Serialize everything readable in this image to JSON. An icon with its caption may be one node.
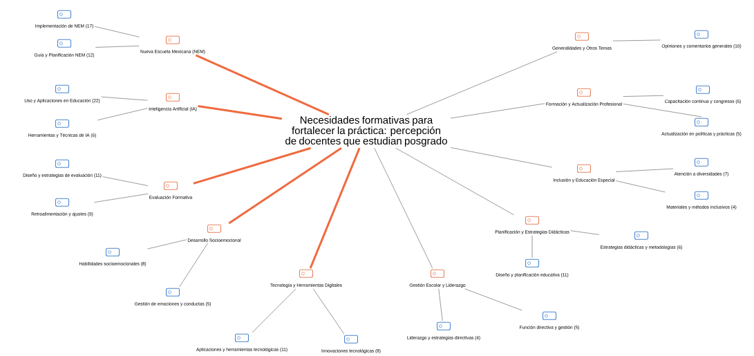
{
  "diagram": {
    "nodes": [
      {
        "text": [
          "Necesidades formativas para fortalecer la práctica: percepción de docentes que estudian posgrado"
        ]
      },
      {
        "text": [
          "Nueva Escuela Mexicana (NEM)"
        ]
      },
      {
        "text": [
          "Inteligencia Artificial (IA)"
        ]
      },
      {
        "text": [
          "Evaluación Formativa"
        ]
      },
      {
        "text": [
          "Desarrollo Socioemocional"
        ]
      },
      {
        "text": [
          "Tecnología y Herramientas Digitales"
        ]
      },
      {
        "text": [
          "Gestión Escolar y Liderazgo"
        ]
      },
      {
        "text": [
          "Planificación y Estrategias Didácticas"
        ]
      },
      {
        "text": [
          "Inclusión y Educación Especial"
        ]
      },
      {
        "text": [
          "Formación y Actualización Profesional"
        ]
      },
      {
        "text": [
          "Generalidades y Otros Temas"
        ]
      },
      {
        "text": [
          "Implementación de NEM (17)"
        ]
      },
      {
        "text": [
          "Guía y Planificación NEM (12)"
        ]
      },
      {
        "text": [
          "Uso y Aplicaciones en Educación (22)"
        ]
      },
      {
        "text": [
          "Herramientas y Técnicas de IA (6)"
        ]
      },
      {
        "text": [
          "Diseño y estrategias de evaluación (11)"
        ]
      },
      {
        "text": [
          "Retroalimentación y ajustes (9)"
        ]
      },
      {
        "text": [
          "Habilidades socioemocionales (8)"
        ]
      },
      {
        "text": [
          "Gestión de emociones y conductas (5)"
        ]
      },
      {
        "text": [
          "Aplicaciones y herramientas tecnológicas (11)"
        ]
      },
      {
        "text": [
          "Innovaciones tecnológicas (8)"
        ]
      },
      {
        "text": [
          "Liderazgo y estrategias directivas (4)"
        ]
      },
      {
        "text": [
          "Función directiva y gestión (5)"
        ]
      },
      {
        "text": [
          "Diseño y planificación educativa (11)"
        ]
      },
      {
        "text": [
          "Estrategias didácticas y metodologías (6)"
        ]
      },
      {
        "text": [
          "Atención a diversidades (7)"
        ]
      },
      {
        "text": [
          "Materiales y métodos inclusivos (4)"
        ]
      },
      {
        "text": [
          "Capacitación continua y congresos (6)"
        ]
      },
      {
        "text": [
          "Actualización en políticas y prácticas (5)"
        ]
      },
      {
        "text": [
          "Opiniones y comentarios generales (10)"
        ]
      }
    ],
    "edges": [
      {
        "from": 0,
        "to": 1,
        "arrow": "none",
        "style": "thick",
        "color": "#ef6a3e"
      },
      {
        "from": 0,
        "to": 2,
        "arrow": "none",
        "style": "thick",
        "color": "#ef6a3e"
      },
      {
        "from": 0,
        "to": 3,
        "arrow": "none",
        "style": "thick",
        "color": "#ef6a3e"
      },
      {
        "from": 0,
        "to": 4,
        "arrow": "none",
        "style": "thick",
        "color": "#ef6a3e"
      },
      {
        "from": 0,
        "to": 5,
        "arrow": "none",
        "style": "thick",
        "color": "#ef6a3e"
      },
      {
        "from": 0,
        "to": 6,
        "arrow": "none"
      },
      {
        "from": 0,
        "to": 7,
        "arrow": "none"
      },
      {
        "from": 0,
        "to": 8,
        "arrow": "none"
      },
      {
        "from": 0,
        "to": 9,
        "arrow": "none"
      },
      {
        "from": 0,
        "to": 10,
        "arrow": "none"
      },
      {
        "from": 1,
        "to": 11,
        "arrow": "none"
      },
      {
        "from": 1,
        "to": 12,
        "arrow": "none"
      },
      {
        "from": 2,
        "to": 13,
        "arrow": "none"
      },
      {
        "from": 2,
        "to": 14,
        "arrow": "none"
      },
      {
        "from": 3,
        "to": 15,
        "arrow": "none"
      },
      {
        "from": 3,
        "to": 16,
        "arrow": "none"
      },
      {
        "from": 4,
        "to": 17,
        "arrow": "none"
      },
      {
        "from": 4,
        "to": 18,
        "arrow": "none"
      },
      {
        "from": 5,
        "to": 19,
        "arrow": "none"
      },
      {
        "from": 5,
        "to": 20,
        "arrow": "none"
      },
      {
        "from": 6,
        "to": 21,
        "arrow": "none"
      },
      {
        "from": 6,
        "to": 22,
        "arrow": "none"
      },
      {
        "from": 7,
        "to": 23,
        "arrow": "none"
      },
      {
        "from": 7,
        "to": 24,
        "arrow": "none"
      },
      {
        "from": 8,
        "to": 25,
        "arrow": "none"
      },
      {
        "from": 8,
        "to": 26,
        "arrow": "none"
      },
      {
        "from": 9,
        "to": 27,
        "arrow": "none"
      },
      {
        "from": 9,
        "to": 28,
        "arrow": "none"
      },
      {
        "from": 10,
        "to": 29,
        "arrow": "none"
      }
    ]
  }
}
